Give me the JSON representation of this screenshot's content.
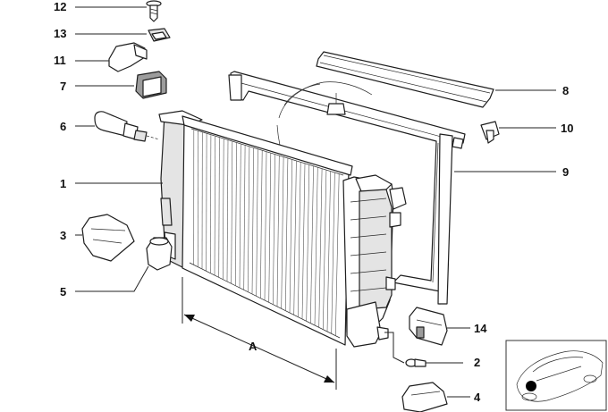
{
  "diagram": {
    "callouts": [
      {
        "number": "12"
      },
      {
        "number": "13"
      },
      {
        "number": "11"
      },
      {
        "number": "7"
      },
      {
        "number": "6"
      },
      {
        "number": "1"
      },
      {
        "number": "3"
      },
      {
        "number": "5"
      },
      {
        "number": "8"
      },
      {
        "number": "10"
      },
      {
        "number": "9"
      },
      {
        "number": "14"
      },
      {
        "number": "2"
      },
      {
        "number": "4"
      }
    ],
    "dimension_label": "A",
    "watermark": ""
  }
}
